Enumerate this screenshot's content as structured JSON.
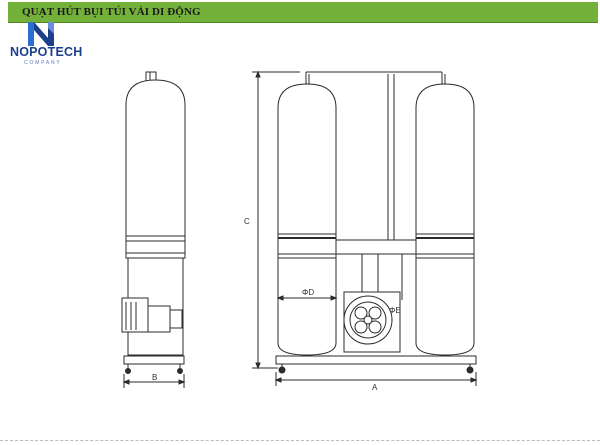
{
  "header": {
    "title": "QUẠT HÚT BỤI TÚI VẢI DI ĐỘNG"
  },
  "logo": {
    "name": "NOPOTECH",
    "tagline": "COMPANY"
  },
  "diagram": {
    "labels": {
      "B": "B",
      "A": "A",
      "C": "C",
      "D": "ΦD",
      "E": "ΦE"
    }
  },
  "colors": {
    "header_bar": "#73b13a",
    "logo_blue": "#1c3f8c",
    "line": "#2b2b2b"
  }
}
